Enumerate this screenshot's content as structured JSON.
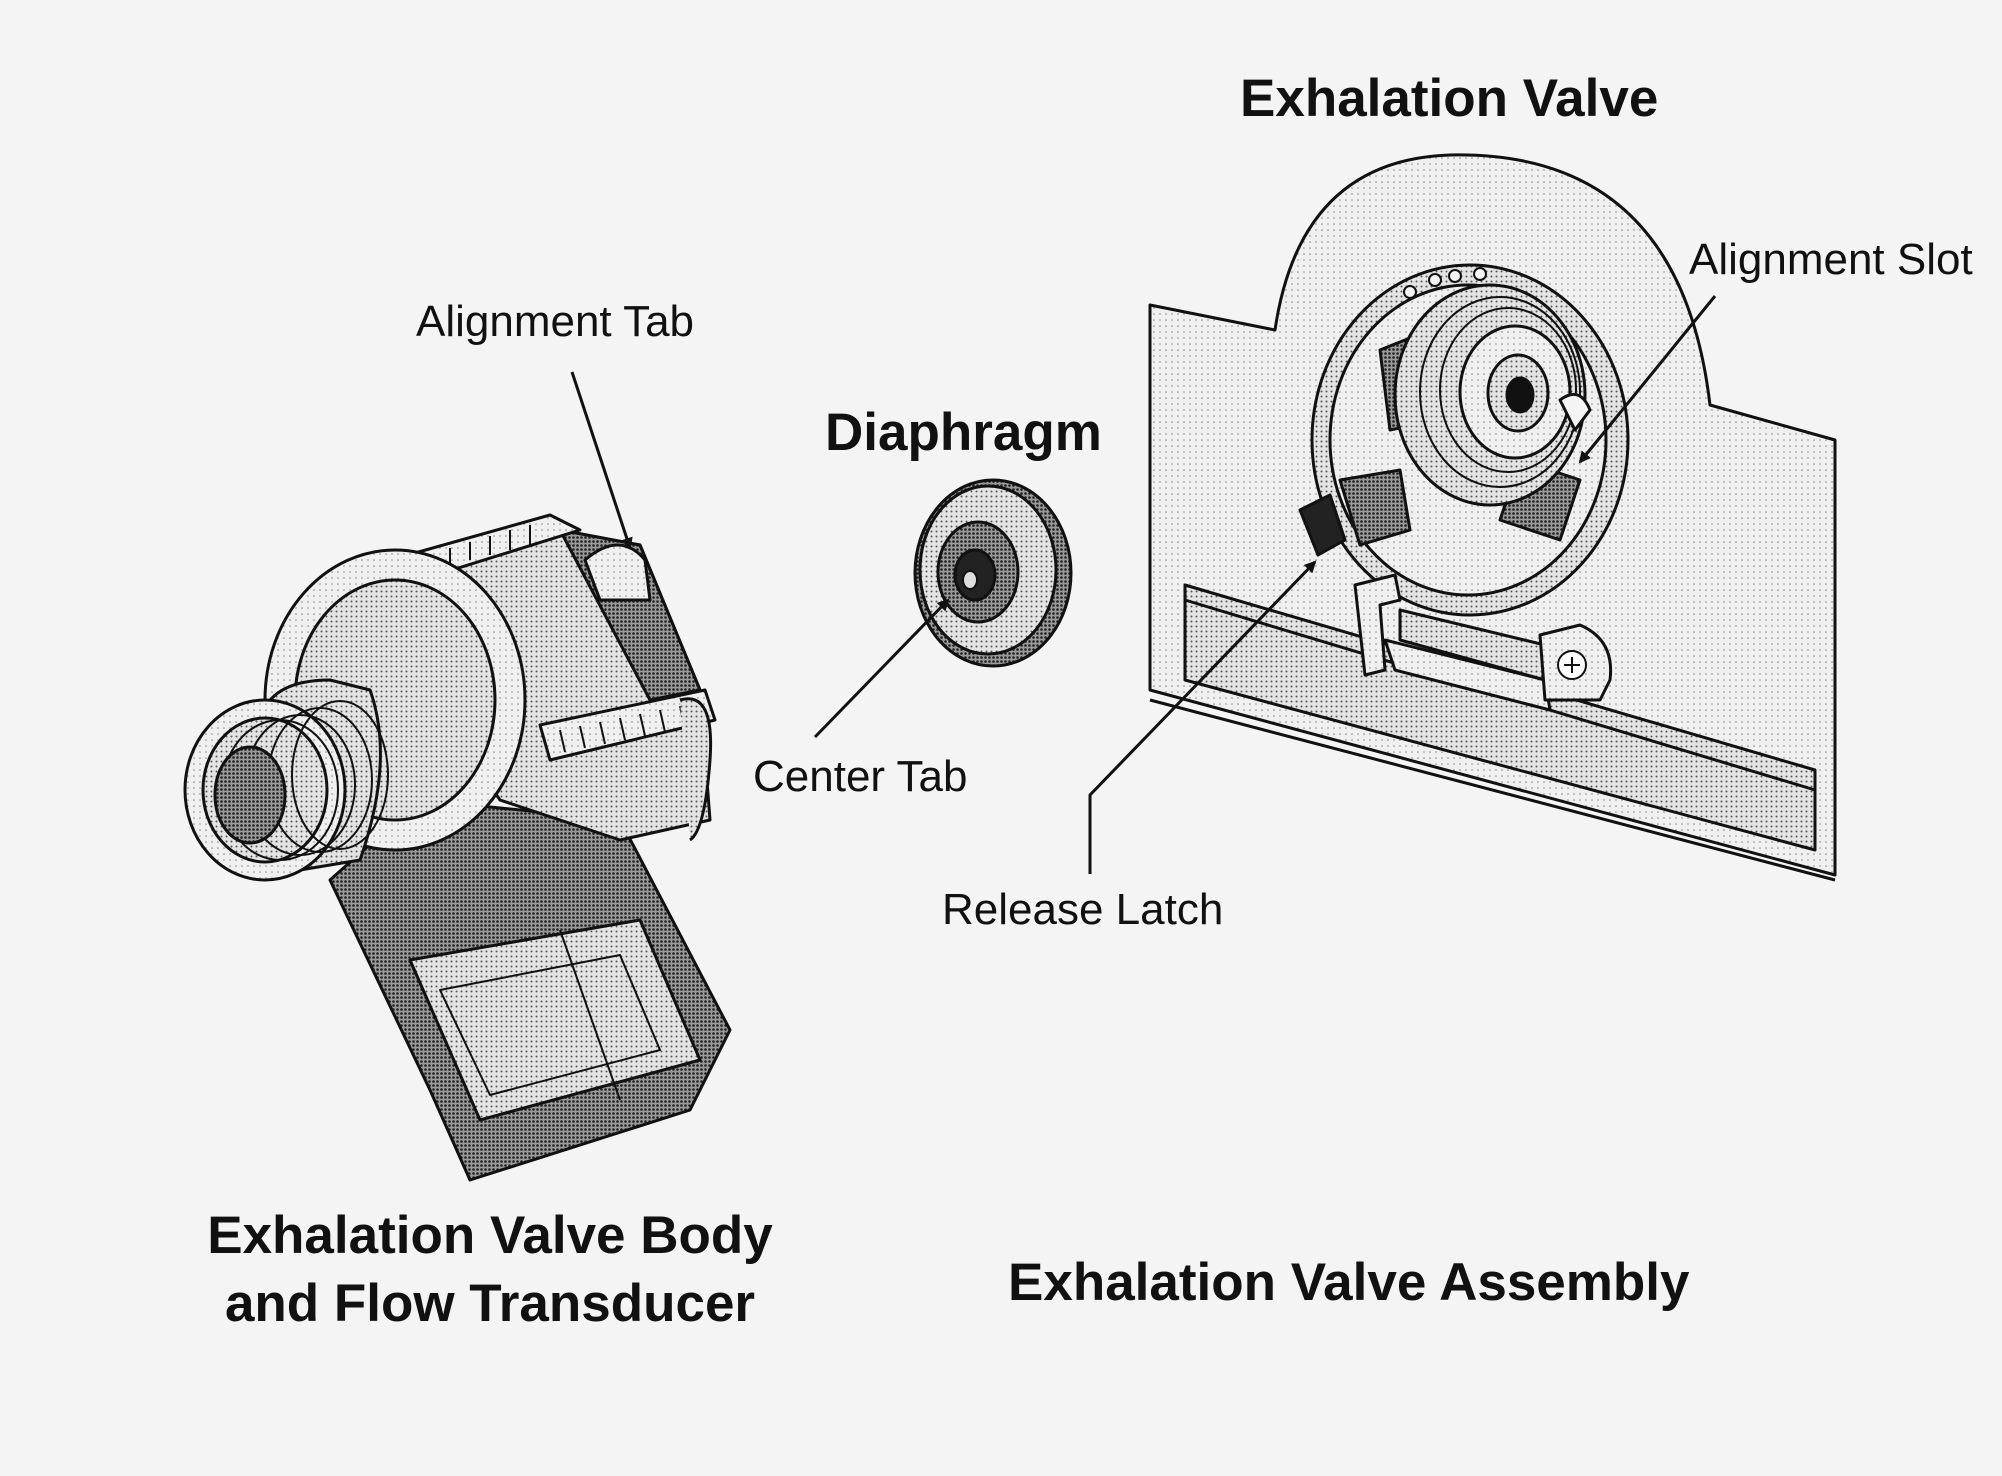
{
  "labels": {
    "exhalation_valve": "Exhalation Valve",
    "alignment_slot": "Alignment Slot",
    "alignment_tab": "Alignment Tab",
    "diaphragm": "Diaphragm",
    "center_tab": "Center Tab",
    "release_latch": "Release Latch"
  },
  "captions": {
    "valve_body_line1": "Exhalation Valve Body",
    "valve_body_line2": "and Flow Transducer",
    "assembly": "Exhalation Valve Assembly"
  }
}
